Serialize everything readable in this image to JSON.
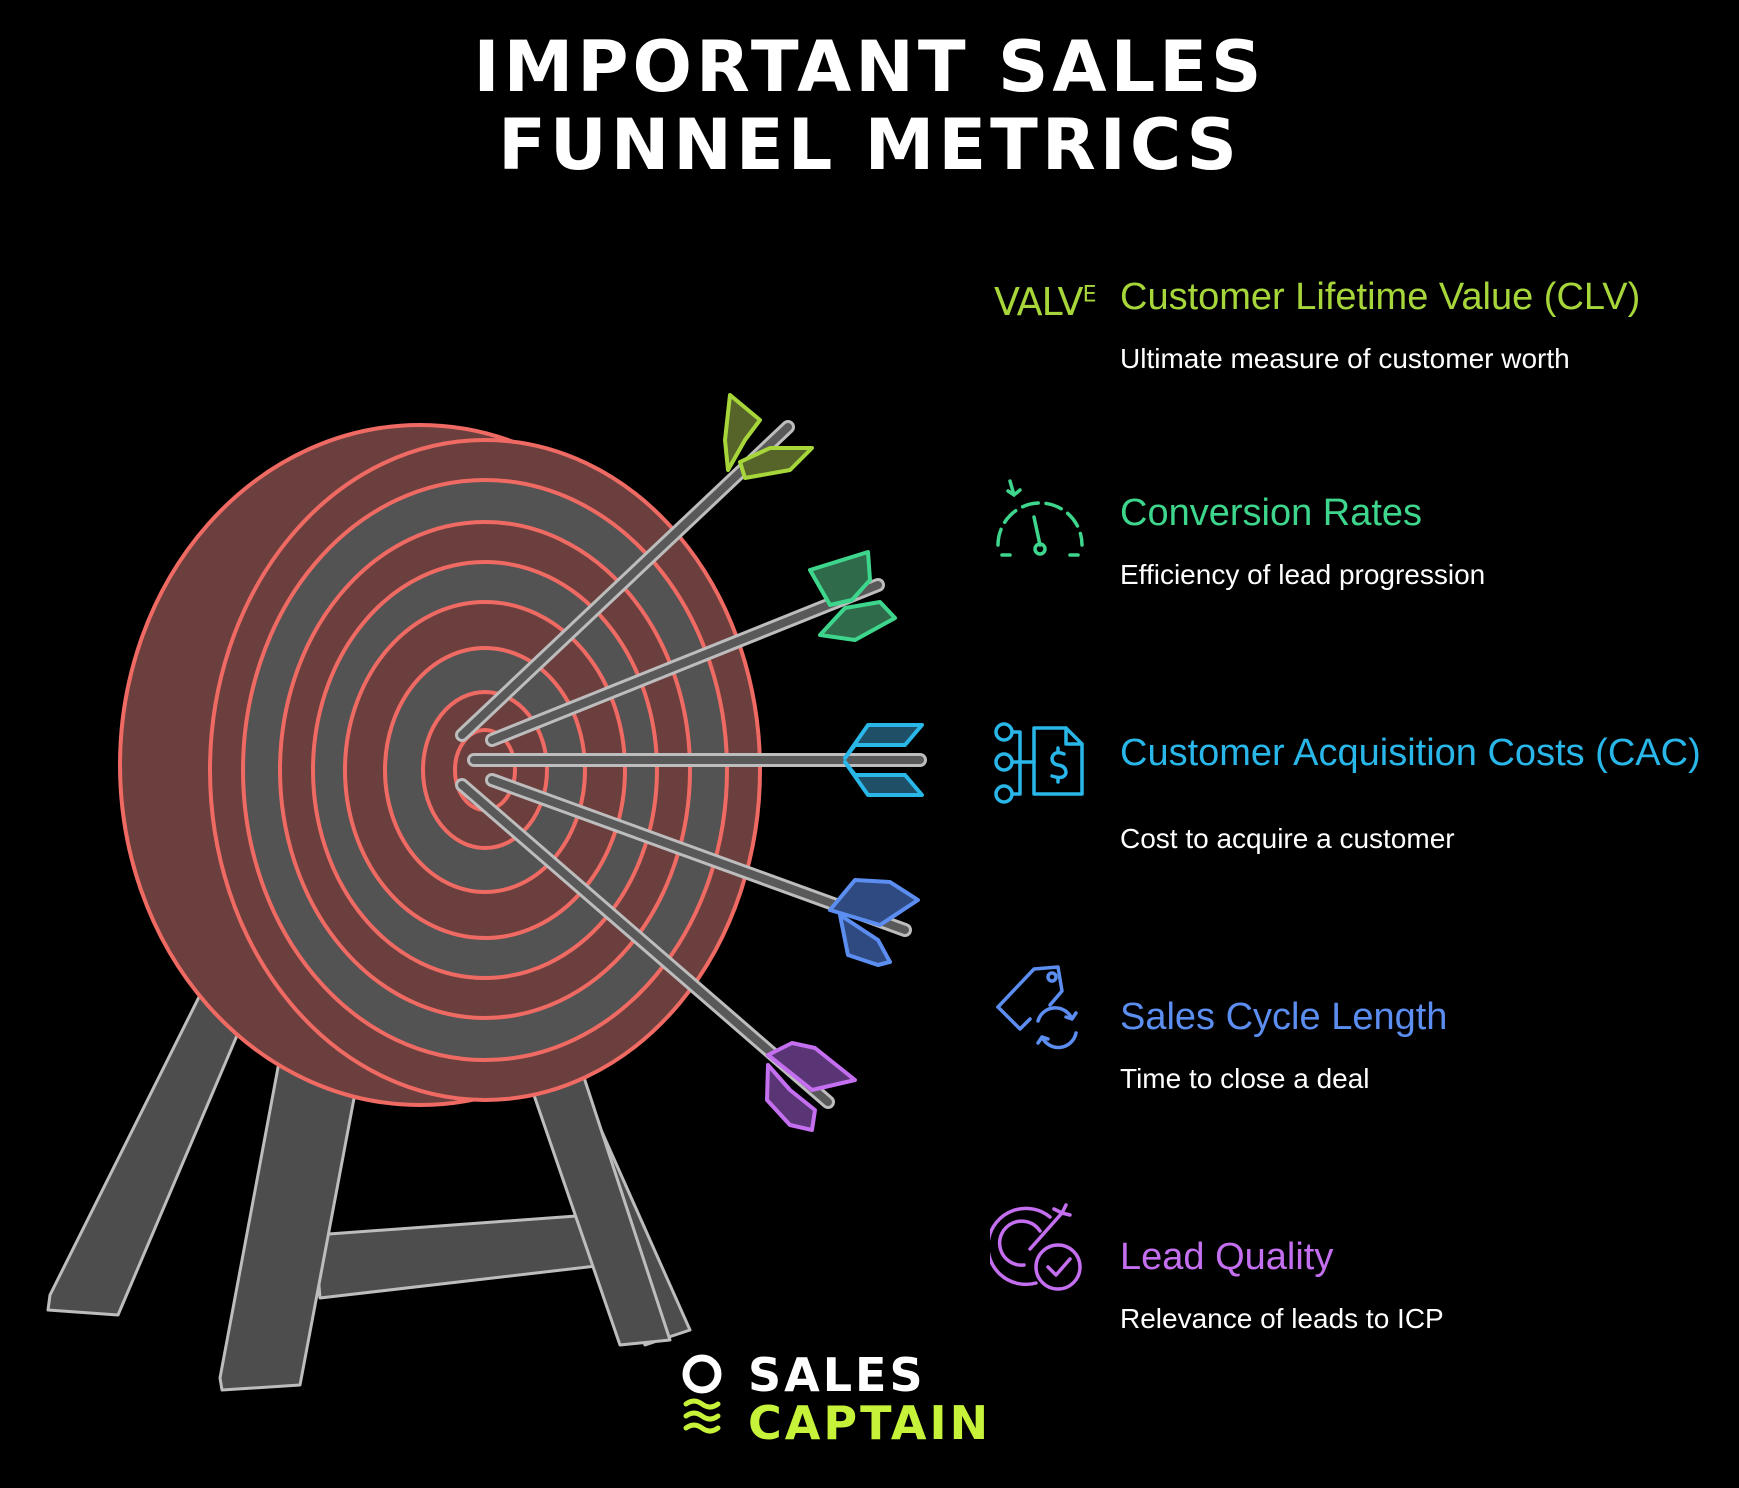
{
  "title": {
    "line1": "IMPORTANT SALES",
    "line2": "FUNNEL METRICS"
  },
  "colors": {
    "background": "#000000",
    "target_red": "#f06a64",
    "target_fill": "#6b3f3d",
    "target_gray": "#535353",
    "clv": "#a6d63a",
    "conversion": "#3dd68c",
    "cac": "#29b6e8",
    "cycle": "#5b8ef0",
    "lead": "#c46ef0",
    "logo_accent": "#c6f23a"
  },
  "metrics": [
    {
      "key": "clv",
      "icon": "valve-text-icon",
      "icon_text": "VALV",
      "icon_sup": "E",
      "title": "Customer Lifetime Value (CLV)",
      "description": "Ultimate measure of customer worth"
    },
    {
      "key": "conversion",
      "icon": "speedometer-icon",
      "title": "Conversion Rates",
      "description": "Efficiency of lead progression"
    },
    {
      "key": "cac",
      "icon": "cost-flow-icon",
      "title": "Customer Acquisition Costs (CAC)",
      "description": "Cost to acquire a customer"
    },
    {
      "key": "cycle",
      "icon": "price-tag-cycle-icon",
      "title": "Sales Cycle Length",
      "description": "Time to close a deal"
    },
    {
      "key": "lead",
      "icon": "target-check-icon",
      "title": "Lead Quality",
      "description": "Relevance of leads to ICP"
    }
  ],
  "logo": {
    "line1": "SALES",
    "line2": "CAPTAIN"
  }
}
